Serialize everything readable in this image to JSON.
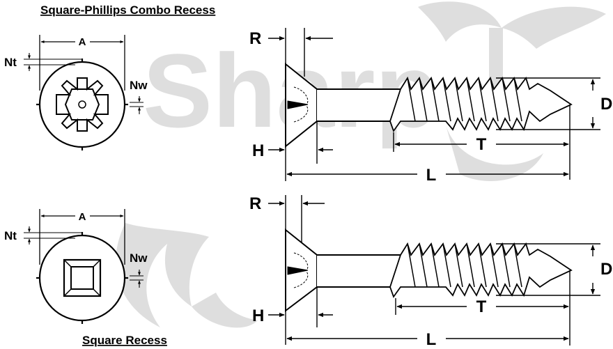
{
  "watermark": {
    "text": "Sharp"
  },
  "top_view": {
    "title": "Square-Phillips Combo Recess",
    "head_labels": {
      "a": "A",
      "nt": "Nt",
      "nw": "Nw"
    },
    "screw_labels": {
      "r": "R",
      "h": "H",
      "t": "T",
      "l": "L",
      "d": "D"
    }
  },
  "bottom_view": {
    "title": "Square Recess",
    "head_labels": {
      "a": "A",
      "nt": "Nt",
      "nw": "Nw"
    },
    "screw_labels": {
      "r": "R",
      "h": "H",
      "t": "T",
      "l": "L",
      "d": "D"
    }
  },
  "colors": {
    "ink": "#000000",
    "watermark": "#d9d9d9"
  }
}
